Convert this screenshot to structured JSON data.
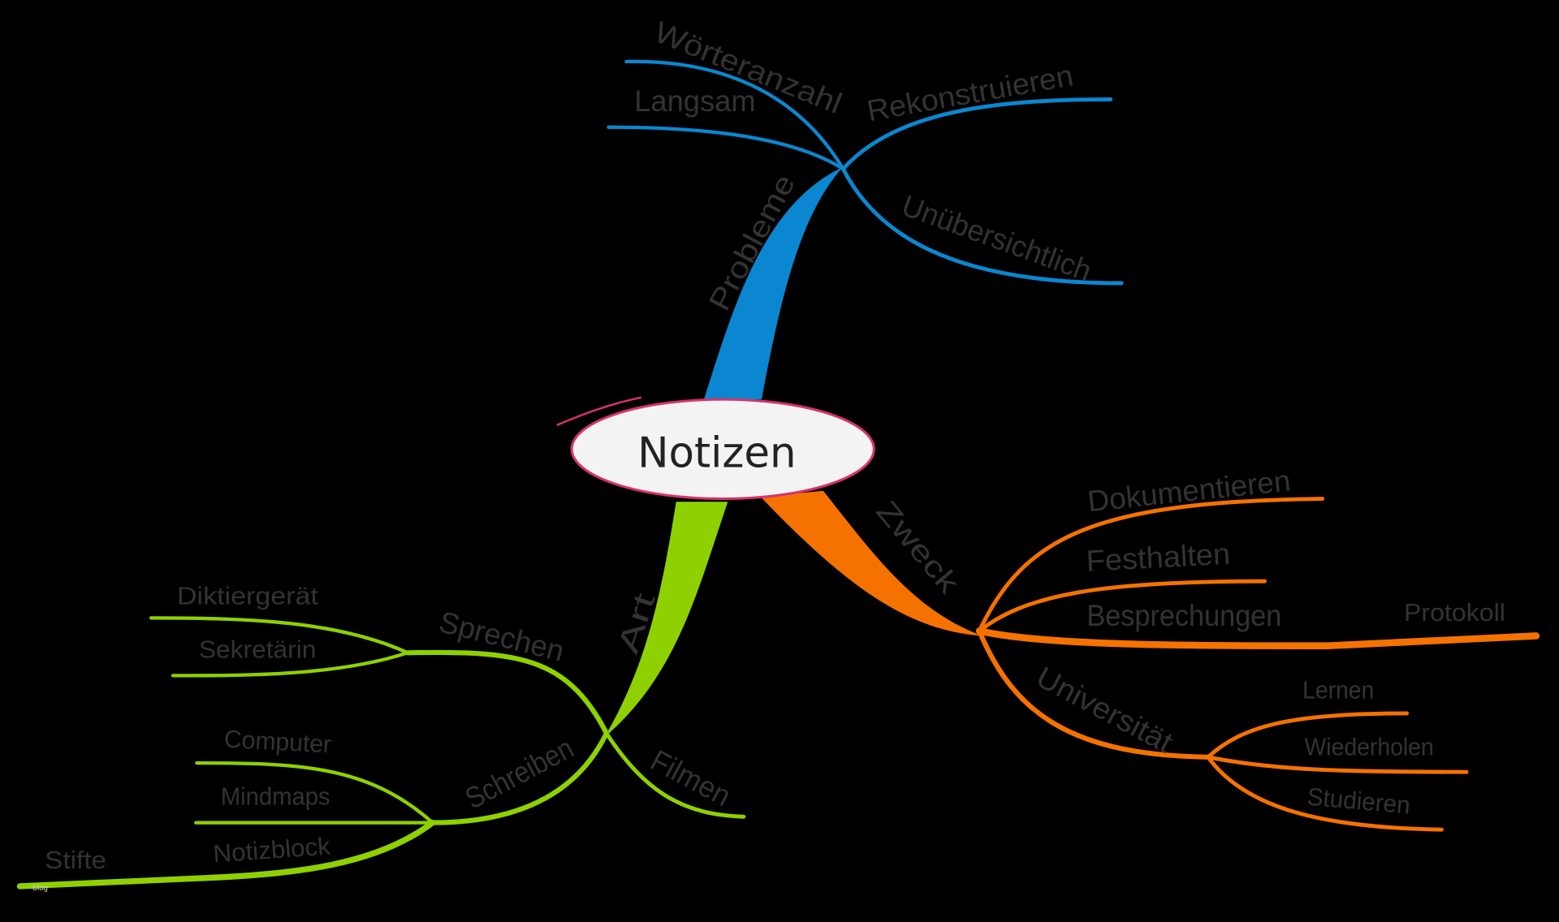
{
  "center": {
    "label": "Notizen"
  },
  "colors": {
    "blue": "#0a87d0",
    "orange": "#f57200",
    "green": "#8fd100",
    "center_stroke": "#d6336c",
    "center_fill": "#f3f3f3",
    "text": "#333333"
  },
  "branches": {
    "probleme": {
      "label": "Probleme",
      "children": [
        "Wörteranzahl",
        "Langsam",
        "Rekonstruieren",
        "Unübersichtlich"
      ]
    },
    "zweck": {
      "label": "Zweck",
      "children": [
        "Dokumentieren",
        "Festhalten",
        "Besprechungen",
        "Protokoll",
        "Universität"
      ],
      "universitaet": [
        "Lernen",
        "Wiederholen",
        "Studieren"
      ]
    },
    "art": {
      "label": "Art",
      "children": [
        "Sprechen",
        "Schreiben",
        "Filmen"
      ],
      "sprechen": [
        "Diktiergerät",
        "Sekretärin"
      ],
      "schreiben": [
        "Computer",
        "Mindmaps",
        "Notizblock",
        "Stifte"
      ]
    }
  },
  "watermark": "blog"
}
